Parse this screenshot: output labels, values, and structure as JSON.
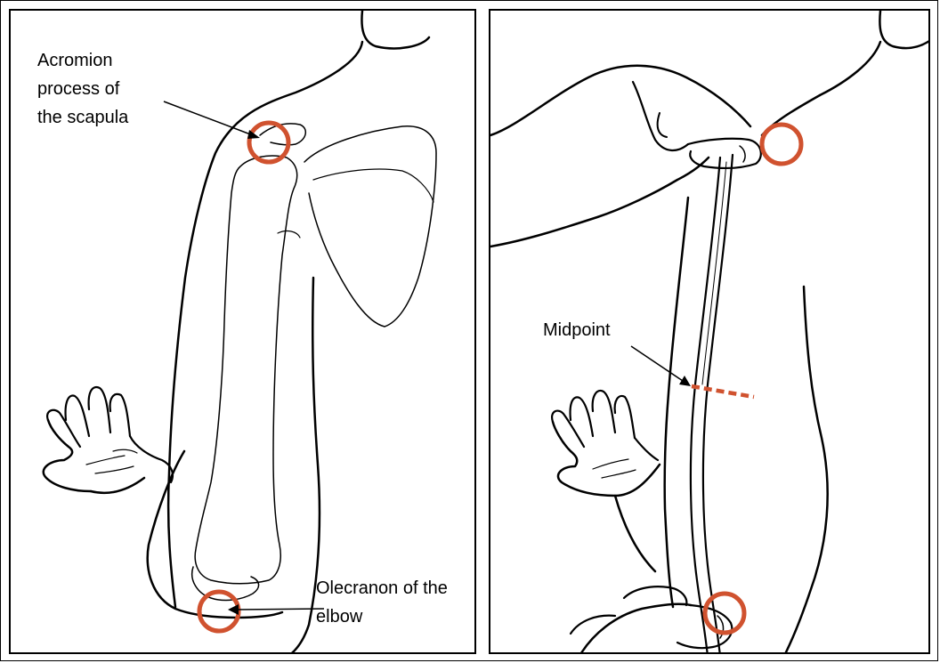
{
  "labels": {
    "acromion": "Acromion\nprocess of\nthe scapula",
    "olecranon": "Olecranon of the\nelbow",
    "midpoint": "Midpoint"
  },
  "colors": {
    "marker": "#D0522F",
    "line": "#000000",
    "background": "#FFFFFF"
  }
}
